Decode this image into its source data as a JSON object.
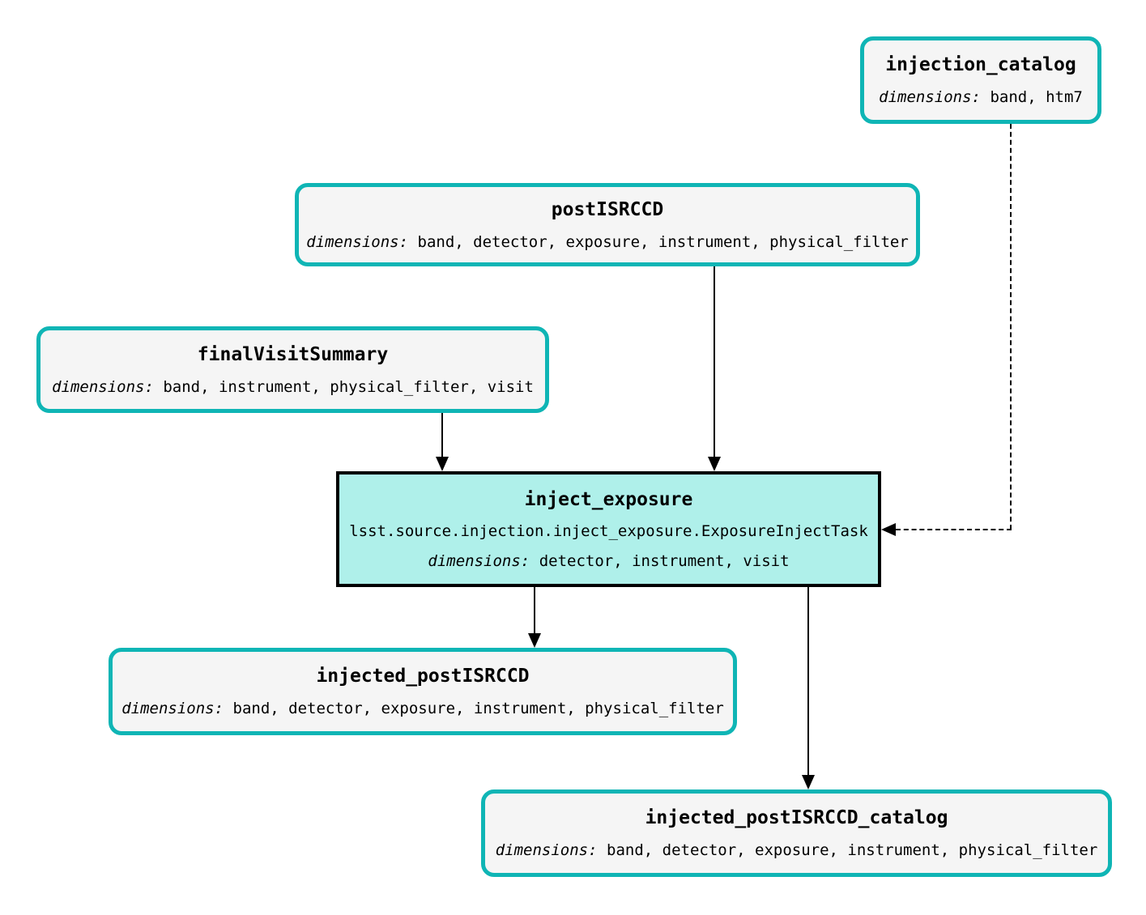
{
  "diagram": {
    "type": "pipeline-task-graph",
    "colors": {
      "background": "#ffffff",
      "dataset_fill": "#f5f5f5",
      "dataset_border": "#0fb5b5",
      "task_fill": "#aff0ea",
      "task_border": "#000000",
      "edge": "#000000"
    },
    "nodes": {
      "injection_catalog": {
        "title": "injection_catalog",
        "dims_label": "dimensions:",
        "dims_value": " band, htm7"
      },
      "postISRCCD": {
        "title": "postISRCCD",
        "dims_label": "dimensions:",
        "dims_value": " band, detector, exposure, instrument, physical_filter"
      },
      "finalVisitSummary": {
        "title": "finalVisitSummary",
        "dims_label": "dimensions:",
        "dims_value": " band, instrument, physical_filter, visit"
      },
      "inject_exposure": {
        "title": "inject_exposure",
        "task_class": "lsst.source.injection.inject_exposure.ExposureInjectTask",
        "dims_label": "dimensions:",
        "dims_value": " detector, instrument, visit"
      },
      "injected_postISRCCD": {
        "title": "injected_postISRCCD",
        "dims_label": "dimensions:",
        "dims_value": " band, detector, exposure, instrument, physical_filter"
      },
      "injected_postISRCCD_catalog": {
        "title": "injected_postISRCCD_catalog",
        "dims_label": "dimensions:",
        "dims_value": " band, detector, exposure, instrument, physical_filter"
      }
    },
    "edges": [
      {
        "from": "postISRCCD",
        "to": "inject_exposure",
        "style": "solid"
      },
      {
        "from": "finalVisitSummary",
        "to": "inject_exposure",
        "style": "solid"
      },
      {
        "from": "injection_catalog",
        "to": "inject_exposure",
        "style": "dashed"
      },
      {
        "from": "inject_exposure",
        "to": "injected_postISRCCD",
        "style": "solid"
      },
      {
        "from": "inject_exposure",
        "to": "injected_postISRCCD_catalog",
        "style": "solid"
      }
    ]
  }
}
